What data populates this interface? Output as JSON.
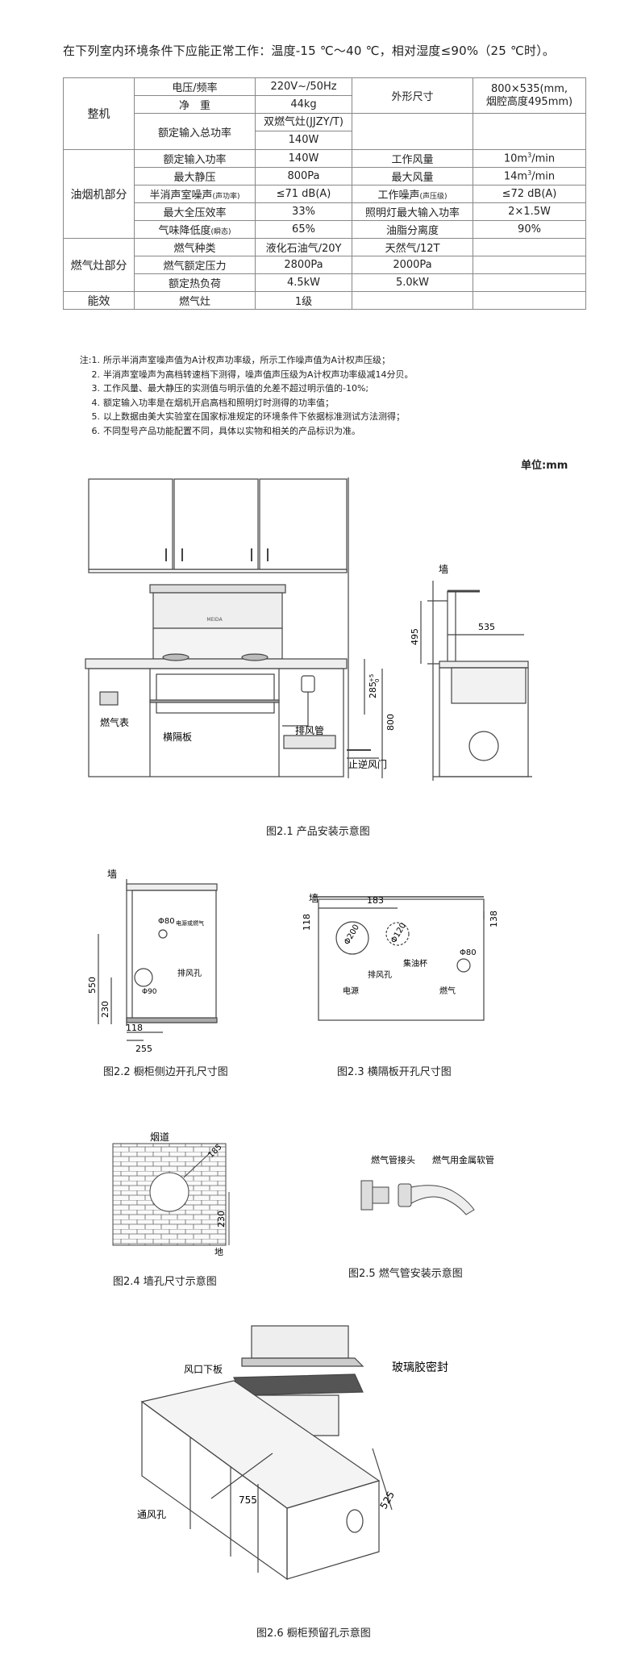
{
  "intro": "在下列室内环境条件下应能正常工作：温度-15 ℃～40 ℃，相对湿度≤90%（25 ℃时）。",
  "table": {
    "whole": {
      "section": "整机",
      "voltage_label": "电压/频率",
      "voltage_value": "220V~/50Hz",
      "weight_label": "净　重",
      "weight_value": "44kg",
      "dimension_label": "外形尺寸",
      "dimension_value_1": "800×535(mm,",
      "dimension_value_2": "烟腔高度495mm)",
      "power_label": "额定输入总功率",
      "power_sub": "双燃气灶(JJZY/T)",
      "power_value": "140W"
    },
    "hood": {
      "section": "油烟机部分",
      "rated_power_label": "额定输入功率",
      "rated_power_value": "140W",
      "airflow_label": "工作风量",
      "airflow_value": "10m",
      "airflow_sup": "3",
      "airflow_unit": "/min",
      "static_label": "最大静压",
      "static_value": "800Pa",
      "max_air_label": "最大风量",
      "max_air_value": "14m",
      "max_air_sup": "3",
      "max_air_unit": "/min",
      "semi_noise_label": "半消声室噪声",
      "semi_noise_small": "(声功率)",
      "semi_noise_value": "≤71  dB(A)",
      "work_noise_label": "工作噪声",
      "work_noise_small": "(声压级)",
      "work_noise_value": "≤72  dB(A)",
      "efficiency_label": "最大全压效率",
      "efficiency_value": "33%",
      "light_label": "照明灯最大输入功率",
      "light_value": "2×1.5W",
      "odor_label": "气味降低度",
      "odor_small": "(瞬态)",
      "odor_value": "65%",
      "grease_label": "油脂分离度",
      "grease_value": "90%"
    },
    "stove": {
      "section": "燃气灶部分",
      "gas_type_label": "燃气种类",
      "gas_type_lpg": "液化石油气/20Y",
      "gas_type_ng": "天然气/12T",
      "pressure_label": "燃气额定压力",
      "pressure_lpg": "2800Pa",
      "pressure_ng": "2000Pa",
      "heat_label": "额定热负荷",
      "heat_lpg": "4.5kW",
      "heat_ng": "5.0kW"
    },
    "energy": {
      "section": "能效",
      "label": "燃气灶",
      "value": "1级"
    }
  },
  "notes": [
    {
      "num": "注:1.",
      "text": "所示半消声室噪声值为A计权声功率级，所示工作噪声值为A计权声压级；"
    },
    {
      "num": "2.",
      "text": "半消声室噪声为高档转速档下测得，噪声值声压级为A计权声功率级减14分贝。"
    },
    {
      "num": "3.",
      "text": "工作风量、最大静压的实测值与明示值的允差不超过明示值的-10%;"
    },
    {
      "num": "4.",
      "text": "额定输入功率是在烟机开启高档和照明灯时测得的功率值；"
    },
    {
      "num": "5.",
      "text": "以上数据由美大实验室在国家标准规定的环境条件下依据标准测试方法测得；"
    },
    {
      "num": "6.",
      "text": "不同型号产品功能配置不同，具体以实物和相关的产品标识为准。"
    }
  ],
  "unit": "单位:mm",
  "fig21": {
    "caption": "图2.1 产品安装示意图",
    "gas_meter": "燃气表",
    "partition": "横隔板",
    "exhaust_pipe": "排风管",
    "check_valve": "止逆风门",
    "dim_285": "285",
    "dim_285_tol": "+5",
    "dim_285_tol2": "0",
    "dim_800": "800",
    "wall": "墙",
    "dim_495": "495",
    "dim_535": "535",
    "brand": "MEIDA"
  },
  "fig22": {
    "caption": "图2.2 橱柜侧边开孔尺寸图",
    "wall": "墙",
    "phi80": "Φ80",
    "power_gas": "电源或燃气",
    "phi90": "Φ90",
    "exhaust_hole": "排风孔",
    "dim_550": "550",
    "dim_230": "230",
    "dim_118": "118",
    "dim_255": "255"
  },
  "fig23": {
    "caption": "图2.3 横隔板开孔尺寸图",
    "wall": "墙",
    "dim_183": "183",
    "dim_118": "118",
    "dim_138": "138",
    "phi200": "Φ200",
    "phi120": "Φ120",
    "phi80": "Φ80",
    "exhaust_hole": "排风孔",
    "oil_cup": "集油杯",
    "power": "电源",
    "gas": "燃气"
  },
  "fig24": {
    "caption": "图2.4 墙孔尺寸示意图",
    "flue": "烟道",
    "dim_185": "185",
    "dim_230": "230",
    "ground": "地"
  },
  "fig25": {
    "caption": "图2.5 燃气管安装示意图",
    "connector": "燃气管接头",
    "hose": "燃气用金属软管"
  },
  "fig26": {
    "caption": "图2.6 橱柜预留孔示意图",
    "air_panel": "风口下板",
    "glass_glue": "玻璃胶密封",
    "dim_755": "755",
    "vent_hole": "通风孔",
    "dim_525": "525"
  }
}
